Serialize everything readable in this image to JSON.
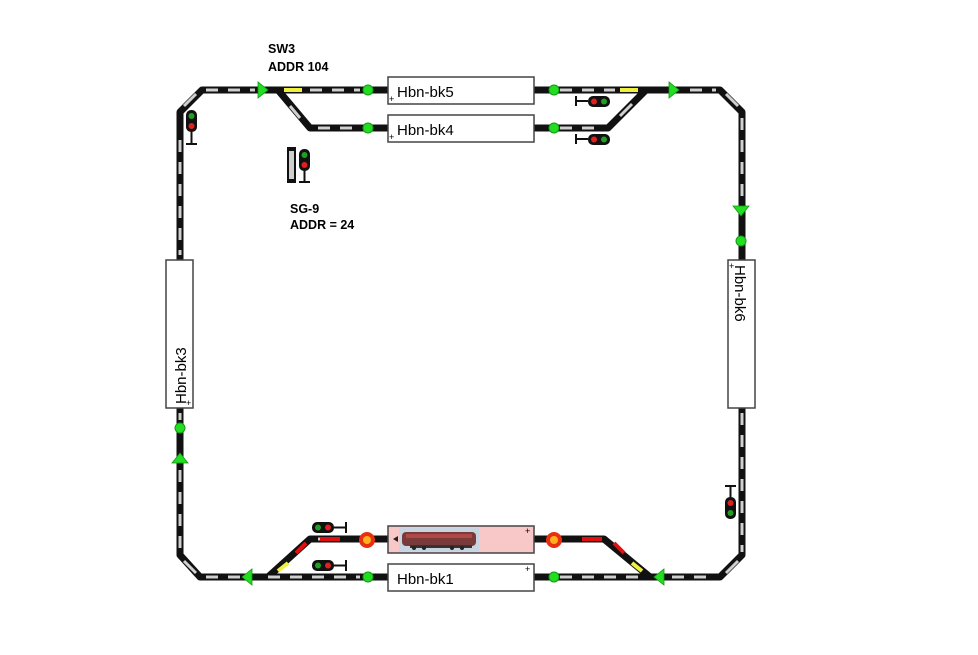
{
  "blocks": {
    "bk1": {
      "label": "Hbn-bk1",
      "marker": "+"
    },
    "bk2": {
      "label": "",
      "marker": "+",
      "occupied": true,
      "occupied_color": "#f8c8c8"
    },
    "bk3": {
      "label": "Hbn-bk3",
      "marker": "+"
    },
    "bk4": {
      "label": "Hbn-bk4",
      "marker": "+"
    },
    "bk5": {
      "label": "Hbn-bk5",
      "marker": "+"
    },
    "bk6": {
      "label": "Hbn-bk6",
      "marker": "+"
    }
  },
  "labels": {
    "sw3_name": "SW3",
    "sw3_addr": "ADDR 104",
    "sg9_name": "SG-9",
    "sg9_addr": "ADDR = 24"
  },
  "colors": {
    "track": "#111111",
    "tie": "#cfcfcf",
    "sensor_on": "#22dd22",
    "route_set": "#f0f040",
    "route_blocked": "#e01010",
    "signal_red": "#e02020",
    "signal_green": "#20a020",
    "block_border": "#444444"
  },
  "icons": [
    "block-signal-icon",
    "locomotive-icon",
    "arrow-icon",
    "sensor-icon"
  ]
}
